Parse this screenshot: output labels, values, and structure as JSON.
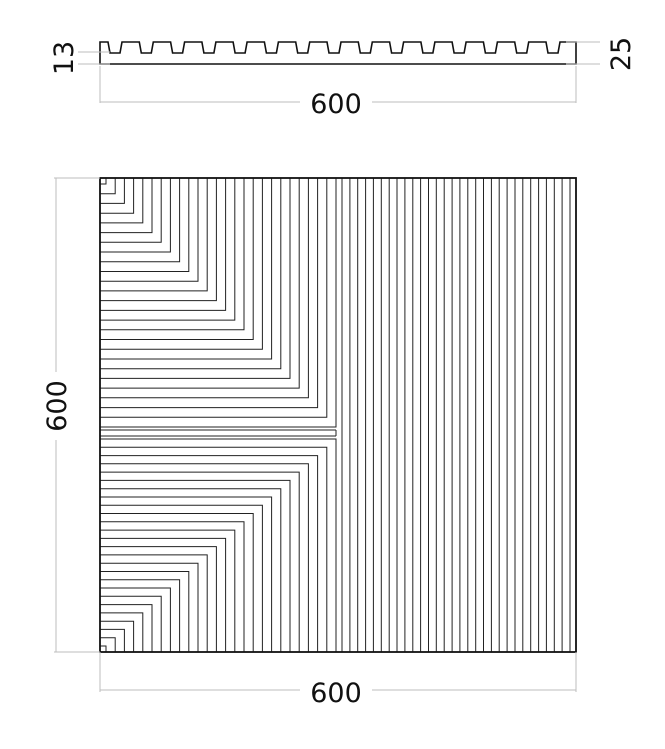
{
  "dimensions": {
    "profile_length": "600",
    "profile_min_thickness": "13",
    "profile_max_thickness": "25",
    "panel_height": "600",
    "panel_width": "600"
  },
  "profile": {
    "groove_count": 15
  },
  "panel": {
    "vertical_line_count": 30,
    "corner_lines_per_half": 26
  },
  "colors": {
    "line": "#111111",
    "dimension_line": "#bdbdbd",
    "background": "#ffffff"
  }
}
